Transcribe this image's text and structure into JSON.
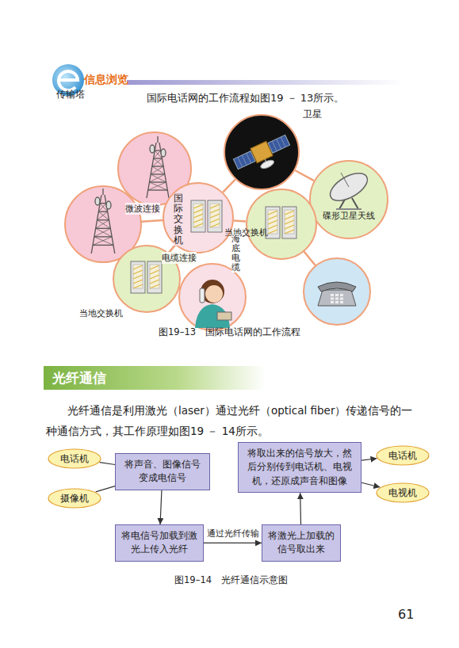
{
  "diagram": {
    "title": "光纤通信",
    "nodes": [
      {
        "text": [
          "传输塔"
        ]
      },
      {
        "text": [
          "卫星"
        ]
      },
      {
        "text": [
          "国际交换机"
        ]
      },
      {
        "text": [
          "碟形卫星天线"
        ]
      },
      {
        "text": [
          "当地交换机"
        ]
      },
      {
        "text": [
          "当地交换机"
        ]
      },
      {
        "text": [
          "电话机"
        ]
      },
      {
        "text": [
          "摄像机"
        ]
      },
      {
        "text": [
          "将声音、图像信号变成电信号"
        ]
      },
      {
        "text": [
          "将电信号加载到激光上传入光纤"
        ]
      },
      {
        "text": [
          "将激光上加载的信号取出来"
        ]
      },
      {
        "text": [
          "将取出来的信号放大，然后分别传到电话机、电视机，还原成声音和图像"
        ]
      },
      {
        "text": [
          "电话机"
        ]
      },
      {
        "text": [
          "电视机"
        ]
      }
    ],
    "edges": [
      {
        "from": 0,
        "to": 2,
        "arrow": "none"
      },
      {
        "from": 1,
        "to": 2,
        "arrow": "none"
      },
      {
        "from": 1,
        "to": 3,
        "arrow": "none"
      },
      {
        "from": 3,
        "to": 4,
        "arrow": "none"
      },
      {
        "from": 2,
        "to": 4,
        "arrow": "none"
      },
      {
        "from": 2,
        "to": 5,
        "arrow": "none"
      },
      {
        "from": 6,
        "to": 8,
        "arrow": "none"
      },
      {
        "from": 7,
        "to": 8,
        "arrow": "none"
      },
      {
        "from": 8,
        "to": 9,
        "arrow": "to"
      },
      {
        "from": 9,
        "to": 10,
        "label": "通过光纤传输",
        "arrow": "to"
      },
      {
        "from": 10,
        "to": 11,
        "arrow": "to"
      },
      {
        "from": 11,
        "to": 12,
        "arrow": "to"
      },
      {
        "from": 11,
        "to": 13,
        "arrow": "to"
      }
    ],
    "labels": [
      "信息浏览",
      "国际电话网的工作流程如图19 － 13所示。",
      "微波连接",
      "电缆连接",
      "海底电缆",
      "图19–13　国际电话网的工作流程",
      "光纤通信是利用激光（laser）通过光纤（optical fiber）传递信号的一种通信方式，其工作原理如图19 － 14所示。",
      "图19–14　光纤通信示意图",
      "61"
    ]
  }
}
